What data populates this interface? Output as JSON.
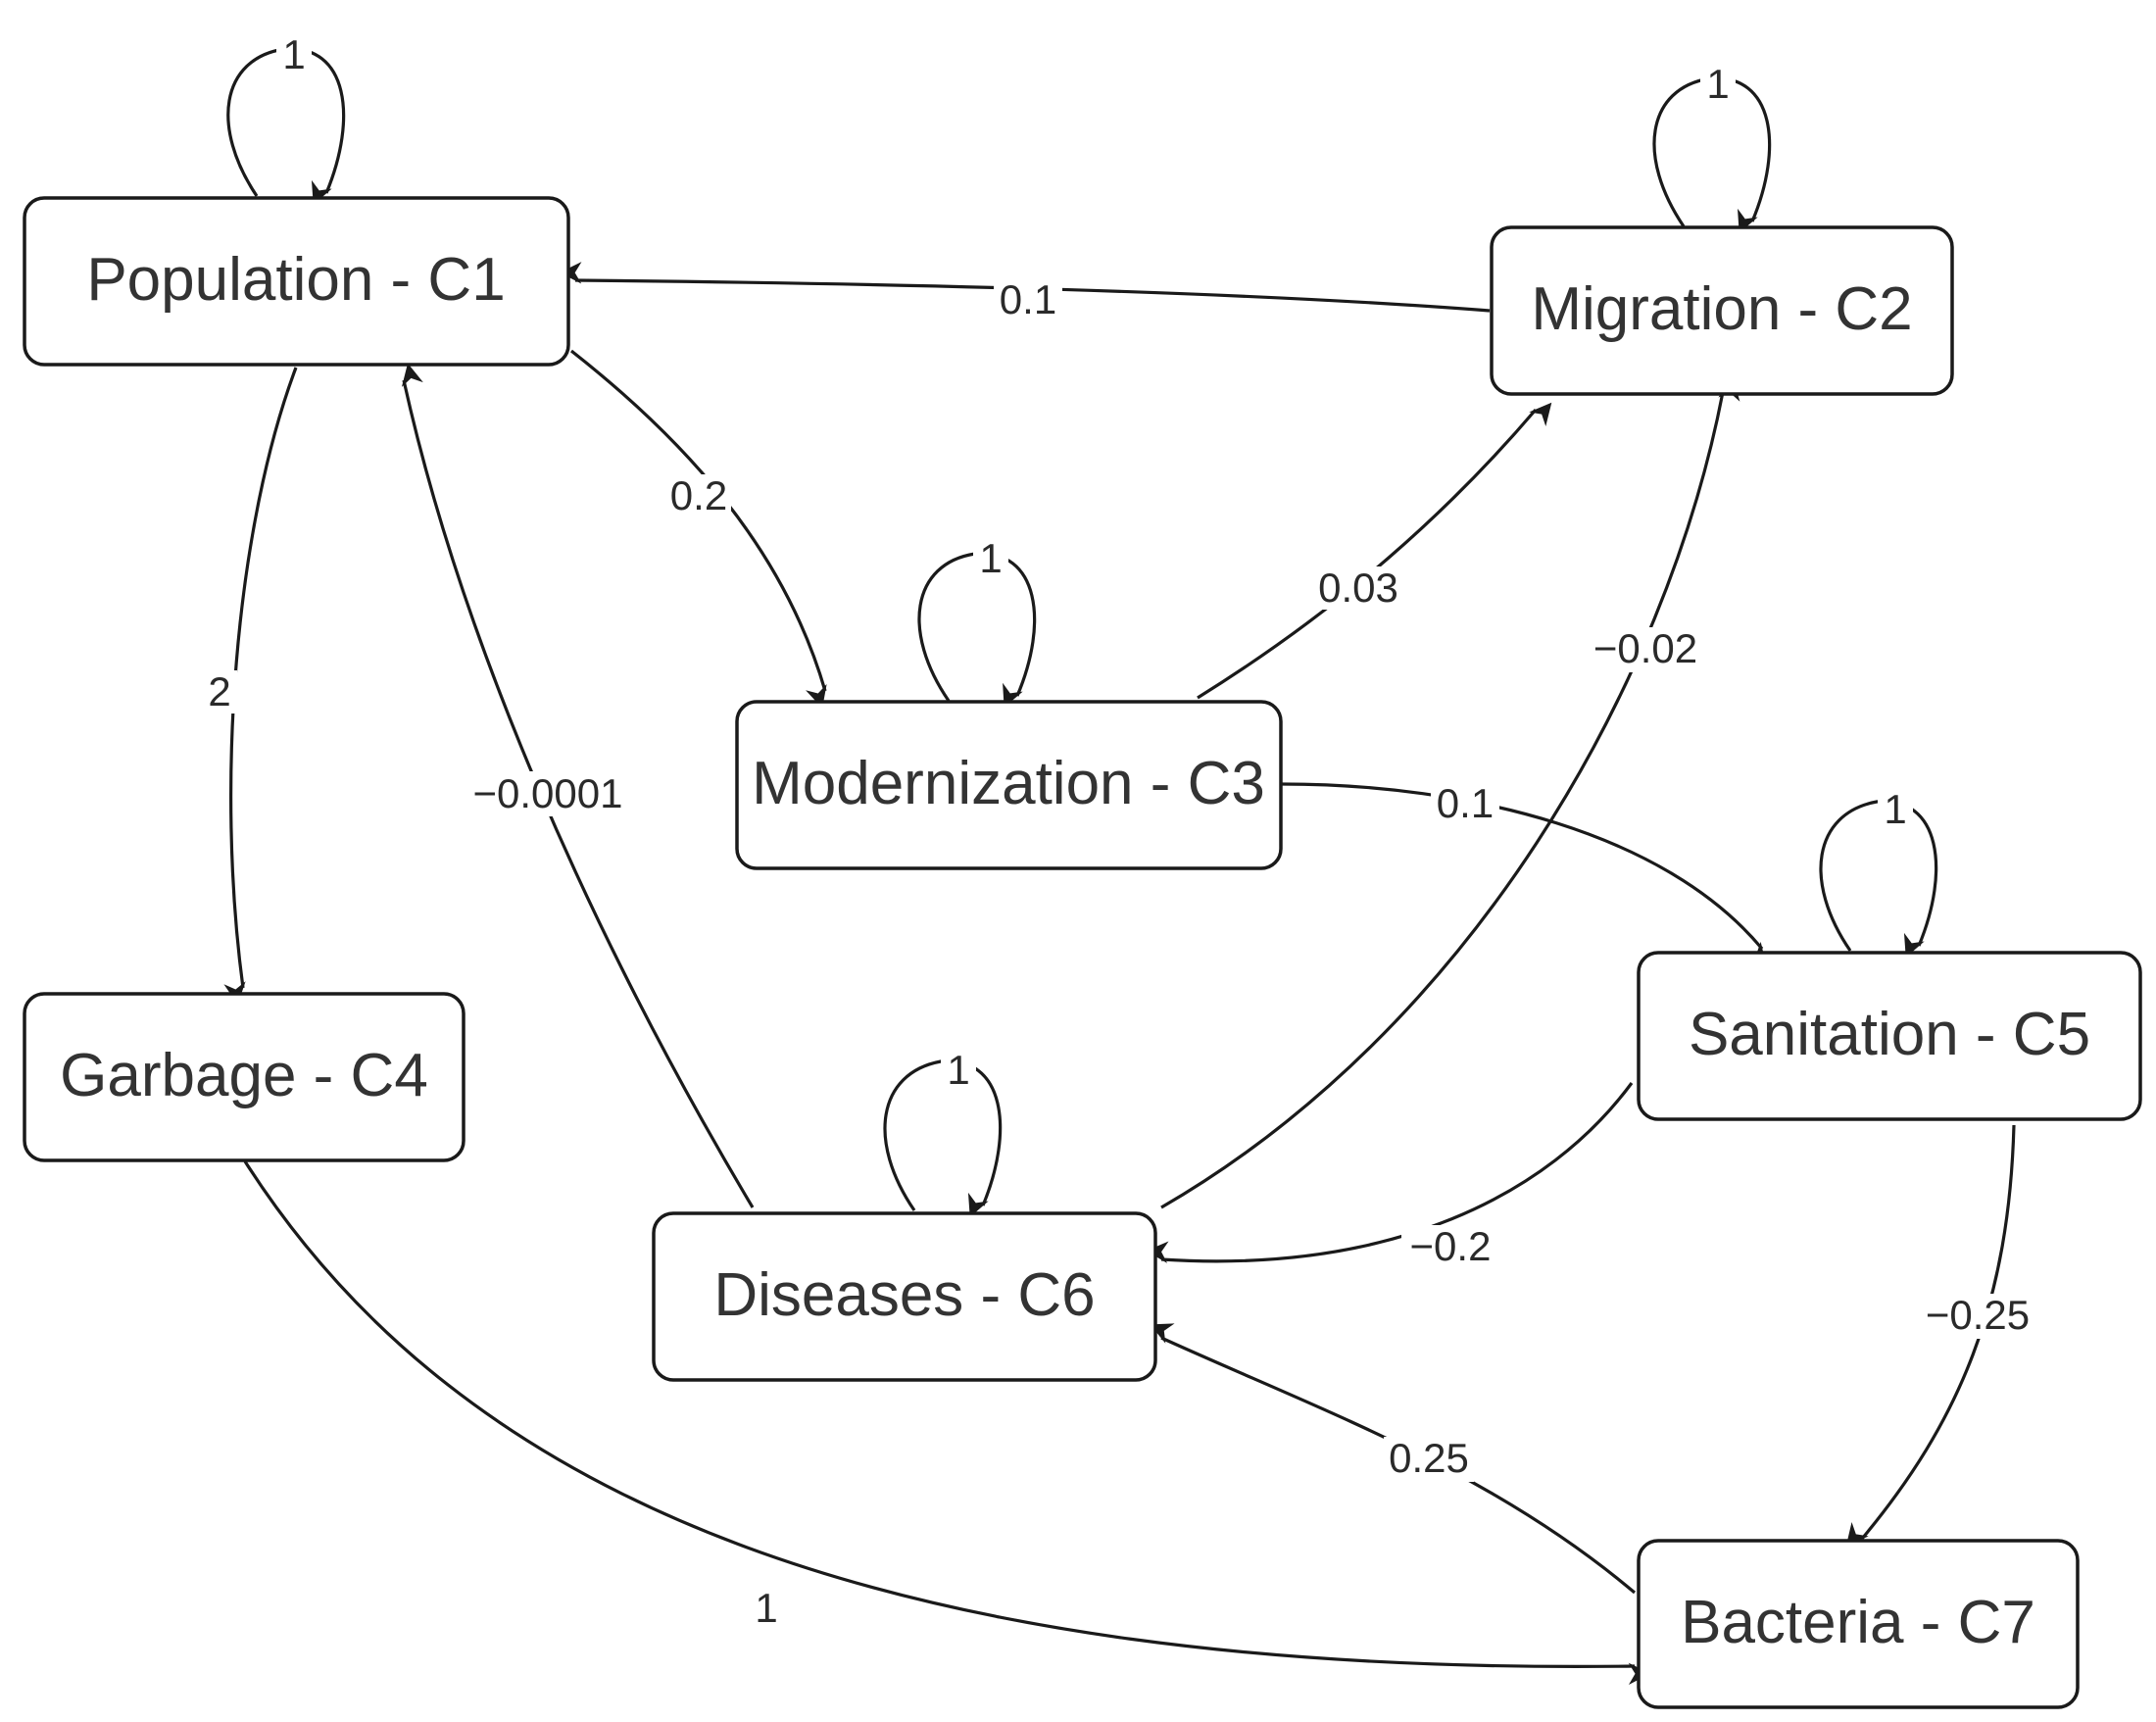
{
  "nodes": [
    {
      "id": "c1",
      "label": "Population - C1"
    },
    {
      "id": "c2",
      "label": "Migration - C2"
    },
    {
      "id": "c3",
      "label": "Modernization - C3"
    },
    {
      "id": "c4",
      "label": "Garbage - C4"
    },
    {
      "id": "c5",
      "label": "Sanitation - C5"
    },
    {
      "id": "c6",
      "label": "Diseases - C6"
    },
    {
      "id": "c7",
      "label": "Bacteria - C7"
    }
  ],
  "edges": [
    {
      "id": "c1-c1",
      "from": "c1",
      "to": "c1",
      "weight": "1"
    },
    {
      "id": "c2-c2",
      "from": "c2",
      "to": "c2",
      "weight": "1"
    },
    {
      "id": "c3-c3",
      "from": "c3",
      "to": "c3",
      "weight": "1"
    },
    {
      "id": "c5-c5",
      "from": "c5",
      "to": "c5",
      "weight": "1"
    },
    {
      "id": "c6-c6",
      "from": "c6",
      "to": "c6",
      "weight": "1"
    },
    {
      "id": "c2-c1",
      "from": "c2",
      "to": "c1",
      "weight": "0.1"
    },
    {
      "id": "c1-c3",
      "from": "c1",
      "to": "c3",
      "weight": "0.2"
    },
    {
      "id": "c1-c4",
      "from": "c1",
      "to": "c4",
      "weight": "2"
    },
    {
      "id": "c3-c2",
      "from": "c3",
      "to": "c2",
      "weight": "0.03"
    },
    {
      "id": "c6-c1",
      "from": "c6",
      "to": "c1",
      "weight": "−0.0001"
    },
    {
      "id": "c6-c2",
      "from": "c6",
      "to": "c2",
      "weight": "−0.02"
    },
    {
      "id": "c3-c5",
      "from": "c3",
      "to": "c5",
      "weight": "0.1"
    },
    {
      "id": "c5-c6",
      "from": "c5",
      "to": "c6",
      "weight": "−0.2"
    },
    {
      "id": "c5-c7",
      "from": "c5",
      "to": "c7",
      "weight": "−0.25"
    },
    {
      "id": "c7-c6",
      "from": "c7",
      "to": "c6",
      "weight": "0.25"
    },
    {
      "id": "c4-c7",
      "from": "c4",
      "to": "c7",
      "weight": "1"
    }
  ]
}
